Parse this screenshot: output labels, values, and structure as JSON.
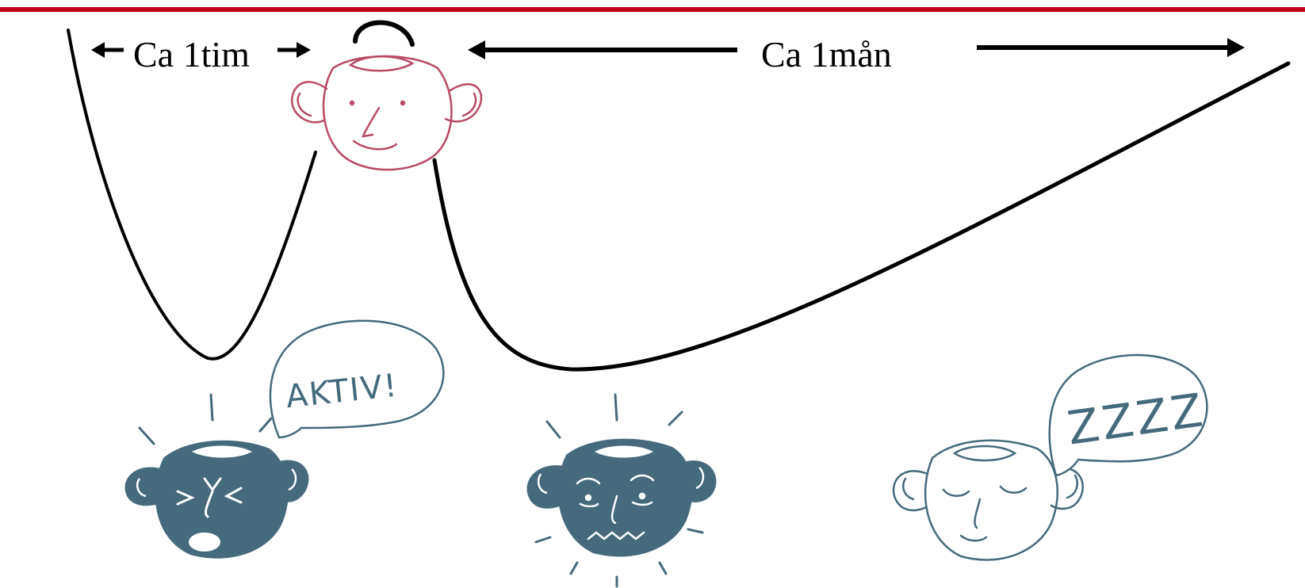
{
  "labels": {
    "short_span": "Ca 1tim",
    "long_span": "Ca 1mån"
  },
  "bubbles": {
    "active": "AKTIV!",
    "sleep": "ZZZZ"
  },
  "colors": {
    "top_rule": "#c0001a",
    "curve": "#000000",
    "pink_face": "#b84a64",
    "blue_face": "#456a7c"
  },
  "icons": [
    "pink-happy-face-icon",
    "active-shouting-face-icon",
    "worried-face-icon",
    "sleeping-face-icon"
  ]
}
